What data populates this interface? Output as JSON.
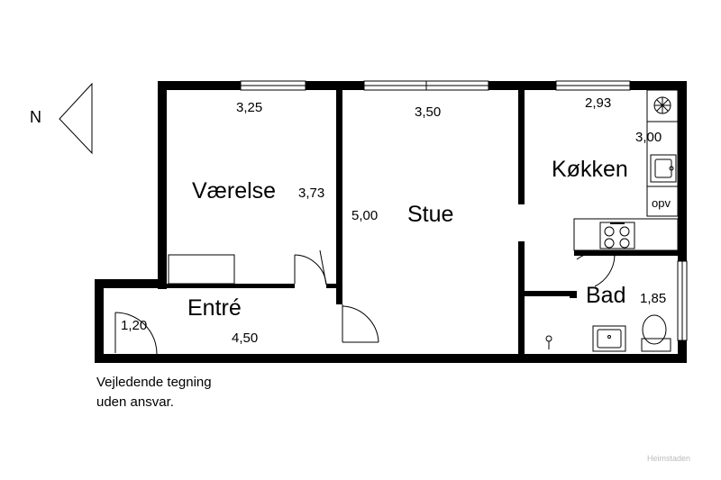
{
  "compass": {
    "label": "N"
  },
  "rooms": {
    "vaerelse": {
      "name": "Værelse",
      "dim_a": "3,25",
      "dim_b": "3,73"
    },
    "stue": {
      "name": "Stue",
      "dim_a": "3,50",
      "dim_b": "5,00"
    },
    "kokken": {
      "name": "Køkken",
      "dim_a": "2,93",
      "dim_b": "3,00",
      "note": "opv"
    },
    "bad": {
      "name": "Bad",
      "dim_a": "1,85"
    },
    "entre": {
      "name": "Entré",
      "dim_a": "4,50",
      "dim_b": "1,20"
    }
  },
  "disclaimer": {
    "line1": "Vejledende tegning",
    "line2": "uden ansvar."
  },
  "watermark": "Heimstaden"
}
